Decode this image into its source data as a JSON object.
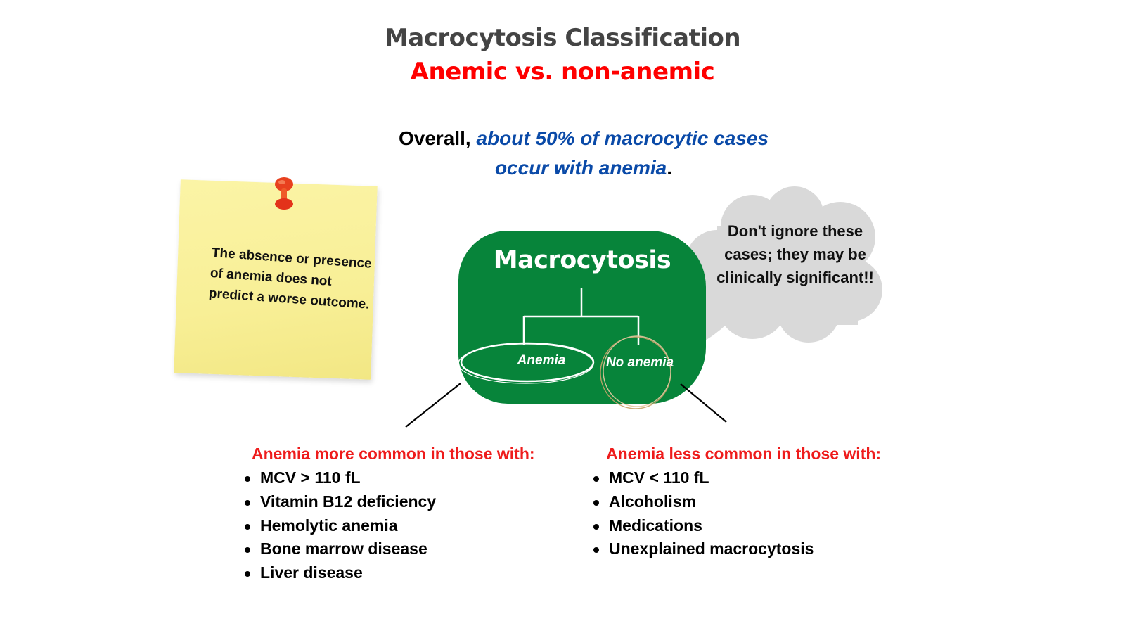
{
  "header": {
    "title": "Macrocytosis Classification",
    "subtitle": "Anemic vs. non-anemic"
  },
  "summary": {
    "lead": "Overall, ",
    "highlight": "about 50% of macrocytic cases occur with anemia",
    "end": "."
  },
  "sticky_note": {
    "icon": "pushpin-icon",
    "text": "The absence or presence of anemia does not predict a worse outcome."
  },
  "diagram": {
    "root": "Macrocytosis",
    "branches": [
      {
        "label": "Anemia"
      },
      {
        "label": "No anemia"
      }
    ],
    "colors": {
      "box": "#07843a",
      "bubble": "#d9d9d9",
      "title": "#444444",
      "subtitle": "#ff0000",
      "highlight": "#0a4aa8",
      "list_heading": "#ee1c1c"
    }
  },
  "speech_bubble": {
    "text": "Don't ignore these cases; they may be clinically significant!!"
  },
  "lists": {
    "anemia_more_common": {
      "heading": "Anemia more common in those with:",
      "items": [
        "MCV > 110 fL",
        "Vitamin B12 deficiency",
        "Hemolytic anemia",
        "Bone marrow disease",
        "Liver disease"
      ]
    },
    "anemia_less_common": {
      "heading": "Anemia less common in those with:",
      "items": [
        "MCV < 110 fL",
        "Alcoholism",
        "Medications",
        "Unexplained macrocytosis"
      ]
    }
  }
}
